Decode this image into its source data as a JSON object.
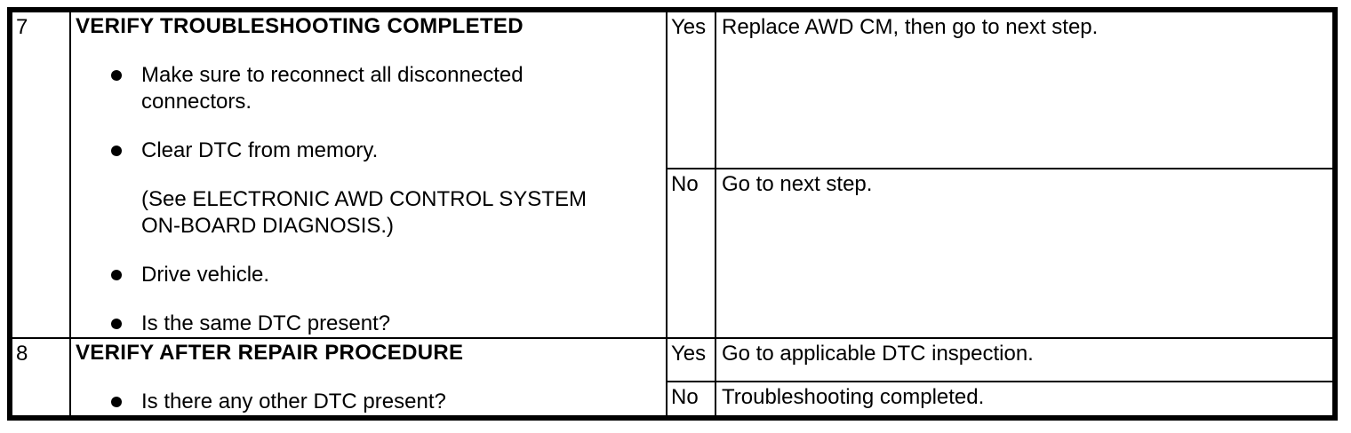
{
  "colors": {
    "border": "#000000",
    "text": "#000000",
    "background": "#ffffff"
  },
  "table": {
    "kind": "diagnostic-troubleshooting-table",
    "rows": [
      {
        "step": "7",
        "heading": "VERIFY TROUBLESHOOTING COMPLETED",
        "items": [
          {
            "type": "bullet",
            "text": "Make sure to reconnect all disconnected\nconnectors."
          },
          {
            "type": "bullet",
            "text": "Clear DTC from memory."
          },
          {
            "type": "note",
            "text": "(See ELECTRONIC AWD CONTROL SYSTEM\nON-BOARD DIAGNOSIS.)"
          },
          {
            "type": "bullet",
            "text": "Drive vehicle."
          },
          {
            "type": "bullet",
            "text": "Is the same DTC present?"
          }
        ],
        "branches": [
          {
            "answer": "Yes",
            "action": "Replace AWD CM, then go to next step."
          },
          {
            "answer": "No",
            "action": "Go to next step."
          }
        ]
      },
      {
        "step": "8",
        "heading": "VERIFY AFTER REPAIR PROCEDURE",
        "items": [
          {
            "type": "bullet",
            "text": "Is there any other DTC present?"
          }
        ],
        "branches": [
          {
            "answer": "Yes",
            "action": "Go to applicable DTC inspection."
          },
          {
            "answer": "No",
            "action": "Troubleshooting completed."
          }
        ]
      }
    ]
  }
}
